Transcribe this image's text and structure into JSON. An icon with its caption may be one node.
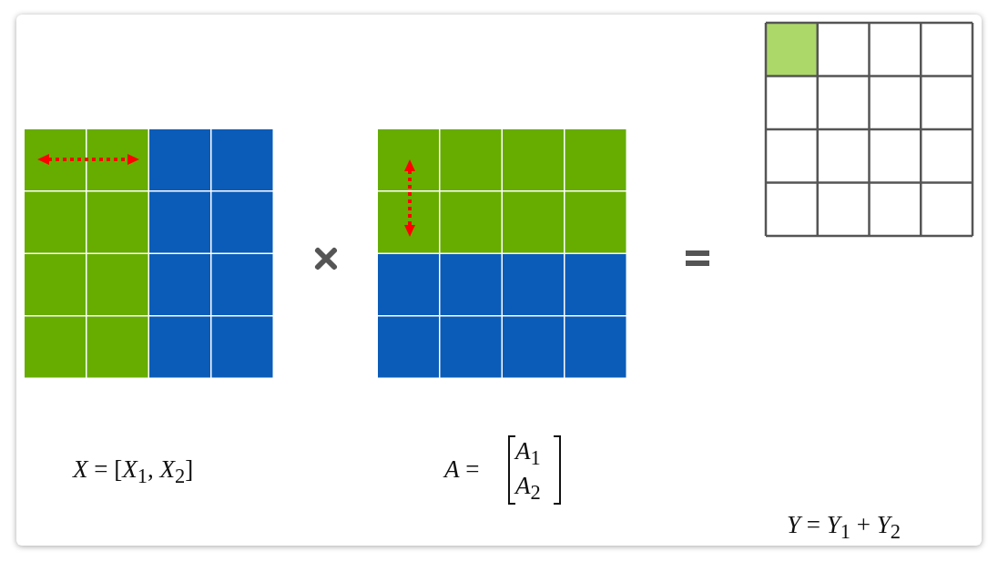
{
  "diagram": {
    "labels": [
      "*X* = [*X*$_{1}$, *X*$_{2}$]",
      "*A* =",
      "*A*$_{1}$",
      "*A*$_{2}$",
      "*Y* = *Y*$_{1}$ + *Y*$_{2}$"
    ]
  }
}
